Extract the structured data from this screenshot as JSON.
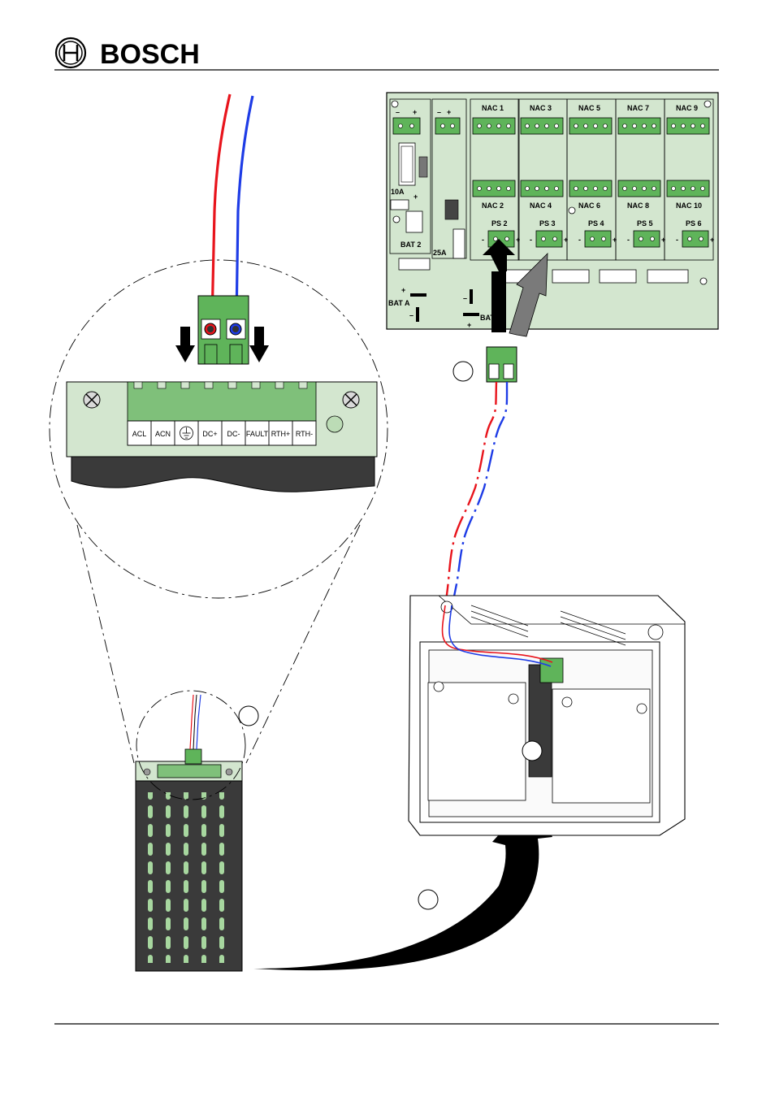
{
  "header": {
    "brand": "BOSCH",
    "logo_icon": "bosch-armature-logo-icon"
  },
  "psu_terminal_labels": [
    "ACL",
    "ACN",
    "earth-ground-icon",
    "DC+",
    "DC-",
    "FAULT",
    "RTH+",
    "RTH-"
  ],
  "board": {
    "nac_top": [
      "NAC 1",
      "NAC 3",
      "NAC 5",
      "NAC 7",
      "NAC 9"
    ],
    "nac_bottom": [
      "NAC 2",
      "NAC 4",
      "NAC 6",
      "NAC 8",
      "NAC 10"
    ],
    "ps": [
      "PS 2",
      "PS 3",
      "PS 4",
      "PS 5",
      "PS 6"
    ],
    "fuse_10a": "10A",
    "fuse_25a": "25A",
    "bat2": "BAT 2",
    "bat_a": "BAT A",
    "bat_b": "BAT B"
  },
  "colors": {
    "wire_positive": "#e8141c",
    "wire_negative": "#1e3ce6",
    "board_green": "#d3e6cf",
    "connector_green": "#5fb45a",
    "housing_dark": "#3a3a3a"
  }
}
